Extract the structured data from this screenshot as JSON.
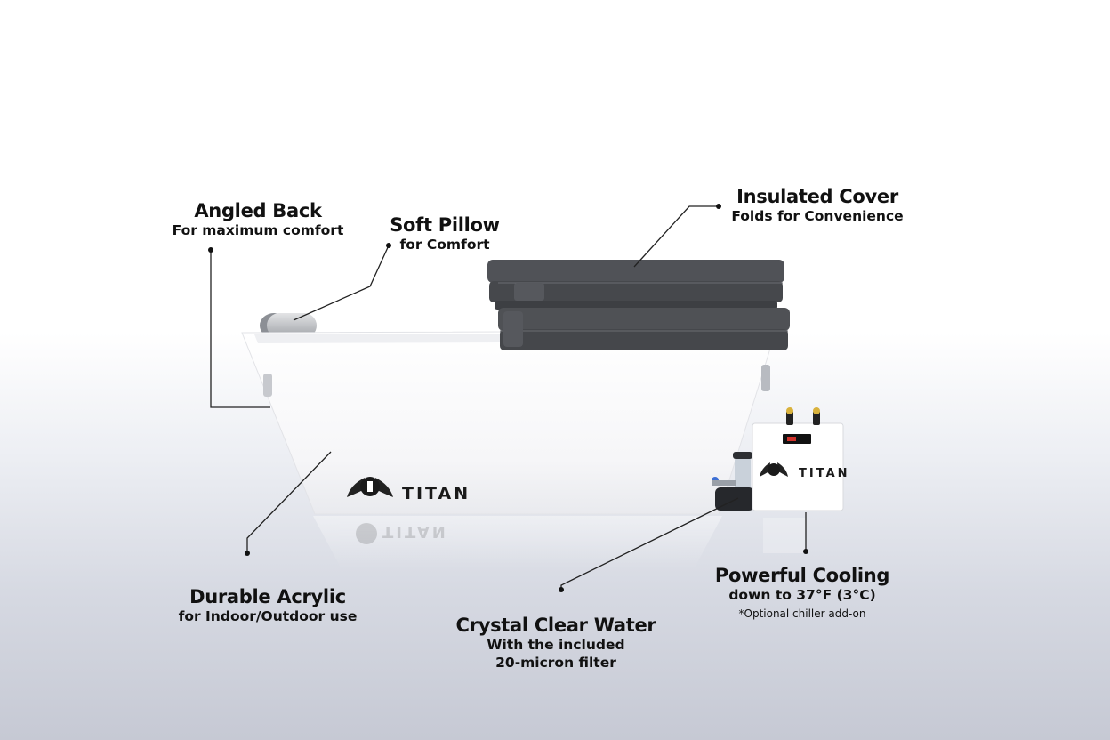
{
  "brand": {
    "name": "TITAN"
  },
  "callouts": {
    "angled_back": {
      "title": "Angled Back",
      "subtitle": "For maximum comfort"
    },
    "soft_pillow": {
      "title": "Soft Pillow",
      "subtitle": "for Comfort"
    },
    "insulated_cover": {
      "title": "Insulated Cover",
      "subtitle": "Folds for Convenience"
    },
    "durable_acrylic": {
      "title": "Durable Acrylic",
      "subtitle": "for Indoor/Outdoor use"
    },
    "crystal_clear": {
      "title": "Crystal Clear Water",
      "subtitle_line1": "With the included",
      "subtitle_line2": "20-micron filter"
    },
    "powerful_cooling": {
      "title": "Powerful Cooling",
      "subtitle": "down to 37°F (3°C)",
      "note": "*Optional chiller add-on"
    }
  },
  "colors": {
    "tub": "#fbfbfc",
    "cover": "#4a4c50",
    "leader_line": "#222222"
  }
}
